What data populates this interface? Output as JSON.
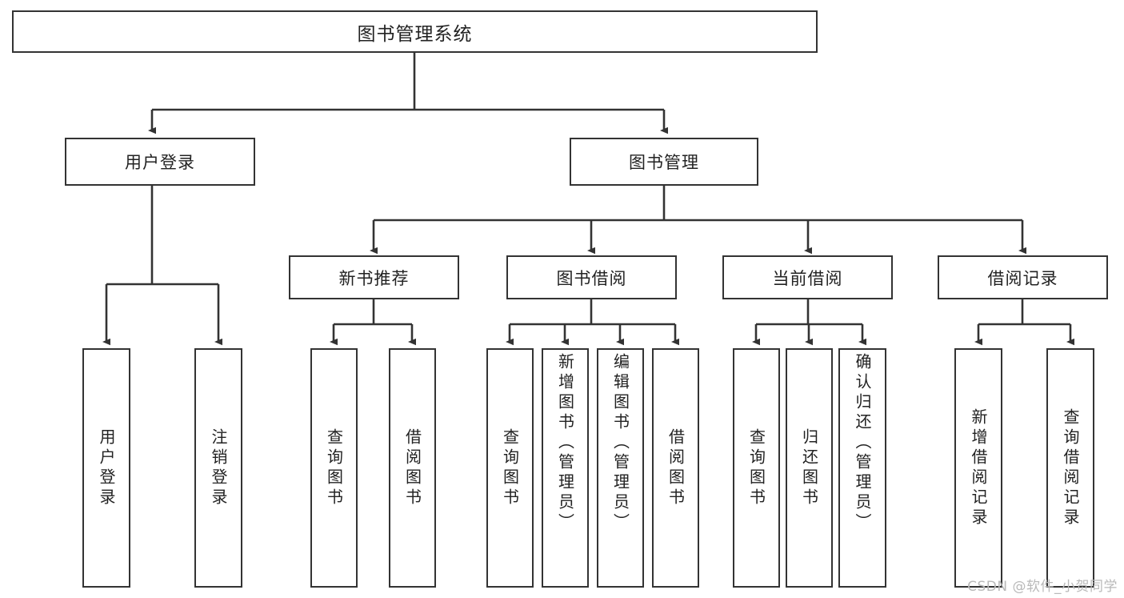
{
  "diagram": {
    "type": "tree",
    "title": "图书管理系统",
    "watermark": "CSDN @软件_小贺同学",
    "colors": {
      "stroke": "#333333",
      "fill": "#ffffff",
      "text": "#222222",
      "watermark": "#b9b9b9"
    },
    "nodes": {
      "root": {
        "label": "图书管理系统"
      },
      "level1": [
        {
          "label": "用户登录"
        },
        {
          "label": "图书管理"
        }
      ],
      "level2": [
        {
          "label": "新书推荐"
        },
        {
          "label": "图书借阅"
        },
        {
          "label": "当前借阅"
        },
        {
          "label": "借阅记录"
        }
      ],
      "leaves": [
        {
          "label": "用户登录",
          "parent": "用户登录"
        },
        {
          "label": "注销登录",
          "parent": "用户登录"
        },
        {
          "label": "查询图书",
          "parent": "新书推荐"
        },
        {
          "label": "借阅图书",
          "parent": "新书推荐"
        },
        {
          "label": "查询图书",
          "parent": "图书借阅"
        },
        {
          "label": "新增图书（管理员）",
          "parent": "图书借阅"
        },
        {
          "label": "编辑图书（管理员）",
          "parent": "图书借阅"
        },
        {
          "label": "借阅图书",
          "parent": "图书借阅"
        },
        {
          "label": "查询图书",
          "parent": "当前借阅"
        },
        {
          "label": "归还图书",
          "parent": "当前借阅"
        },
        {
          "label": "确认归还（管理员）",
          "parent": "当前借阅"
        },
        {
          "label": "新增借阅记录",
          "parent": "借阅记录"
        },
        {
          "label": "查询借阅记录",
          "parent": "借阅记录"
        }
      ]
    }
  }
}
